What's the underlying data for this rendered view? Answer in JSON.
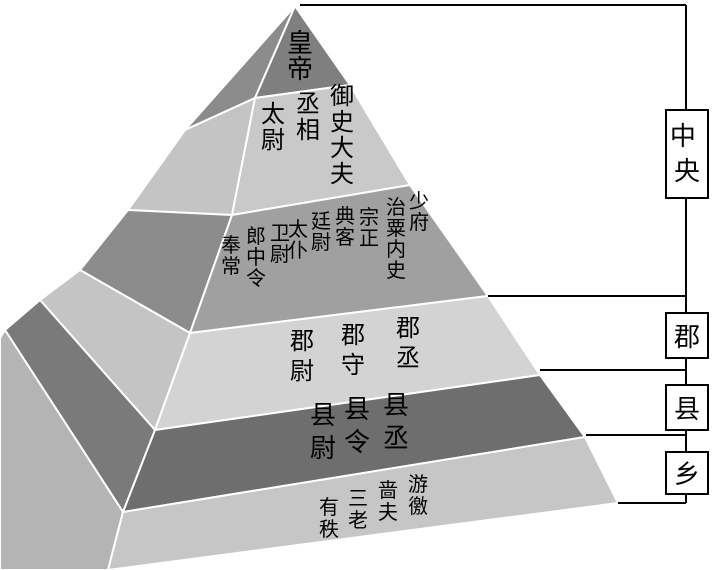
{
  "pyramid": {
    "tiers": [
      {
        "id": "emperor",
        "columns": [
          "皇帝"
        ]
      },
      {
        "id": "three-lords",
        "columns": [
          "太尉",
          "丞相",
          "御史大夫"
        ]
      },
      {
        "id": "nine-ministers",
        "columns": [
          "奉常",
          "郎中令",
          "卫尉",
          "太仆",
          "廷尉",
          "典客",
          "宗正",
          "治粟内史",
          "少府"
        ]
      },
      {
        "id": "commandery",
        "columns": [
          "郡尉",
          "郡守",
          "郡丞"
        ]
      },
      {
        "id": "county",
        "columns": [
          "县尉",
          "县令",
          "县丞"
        ]
      },
      {
        "id": "township",
        "columns": [
          "有秩",
          "三老",
          "啬夫",
          "游徼"
        ]
      }
    ]
  },
  "levels": [
    {
      "id": "central",
      "label": "中央"
    },
    {
      "id": "commandery",
      "label": "郡"
    },
    {
      "id": "county",
      "label": "县"
    },
    {
      "id": "township",
      "label": "乡"
    }
  ]
}
